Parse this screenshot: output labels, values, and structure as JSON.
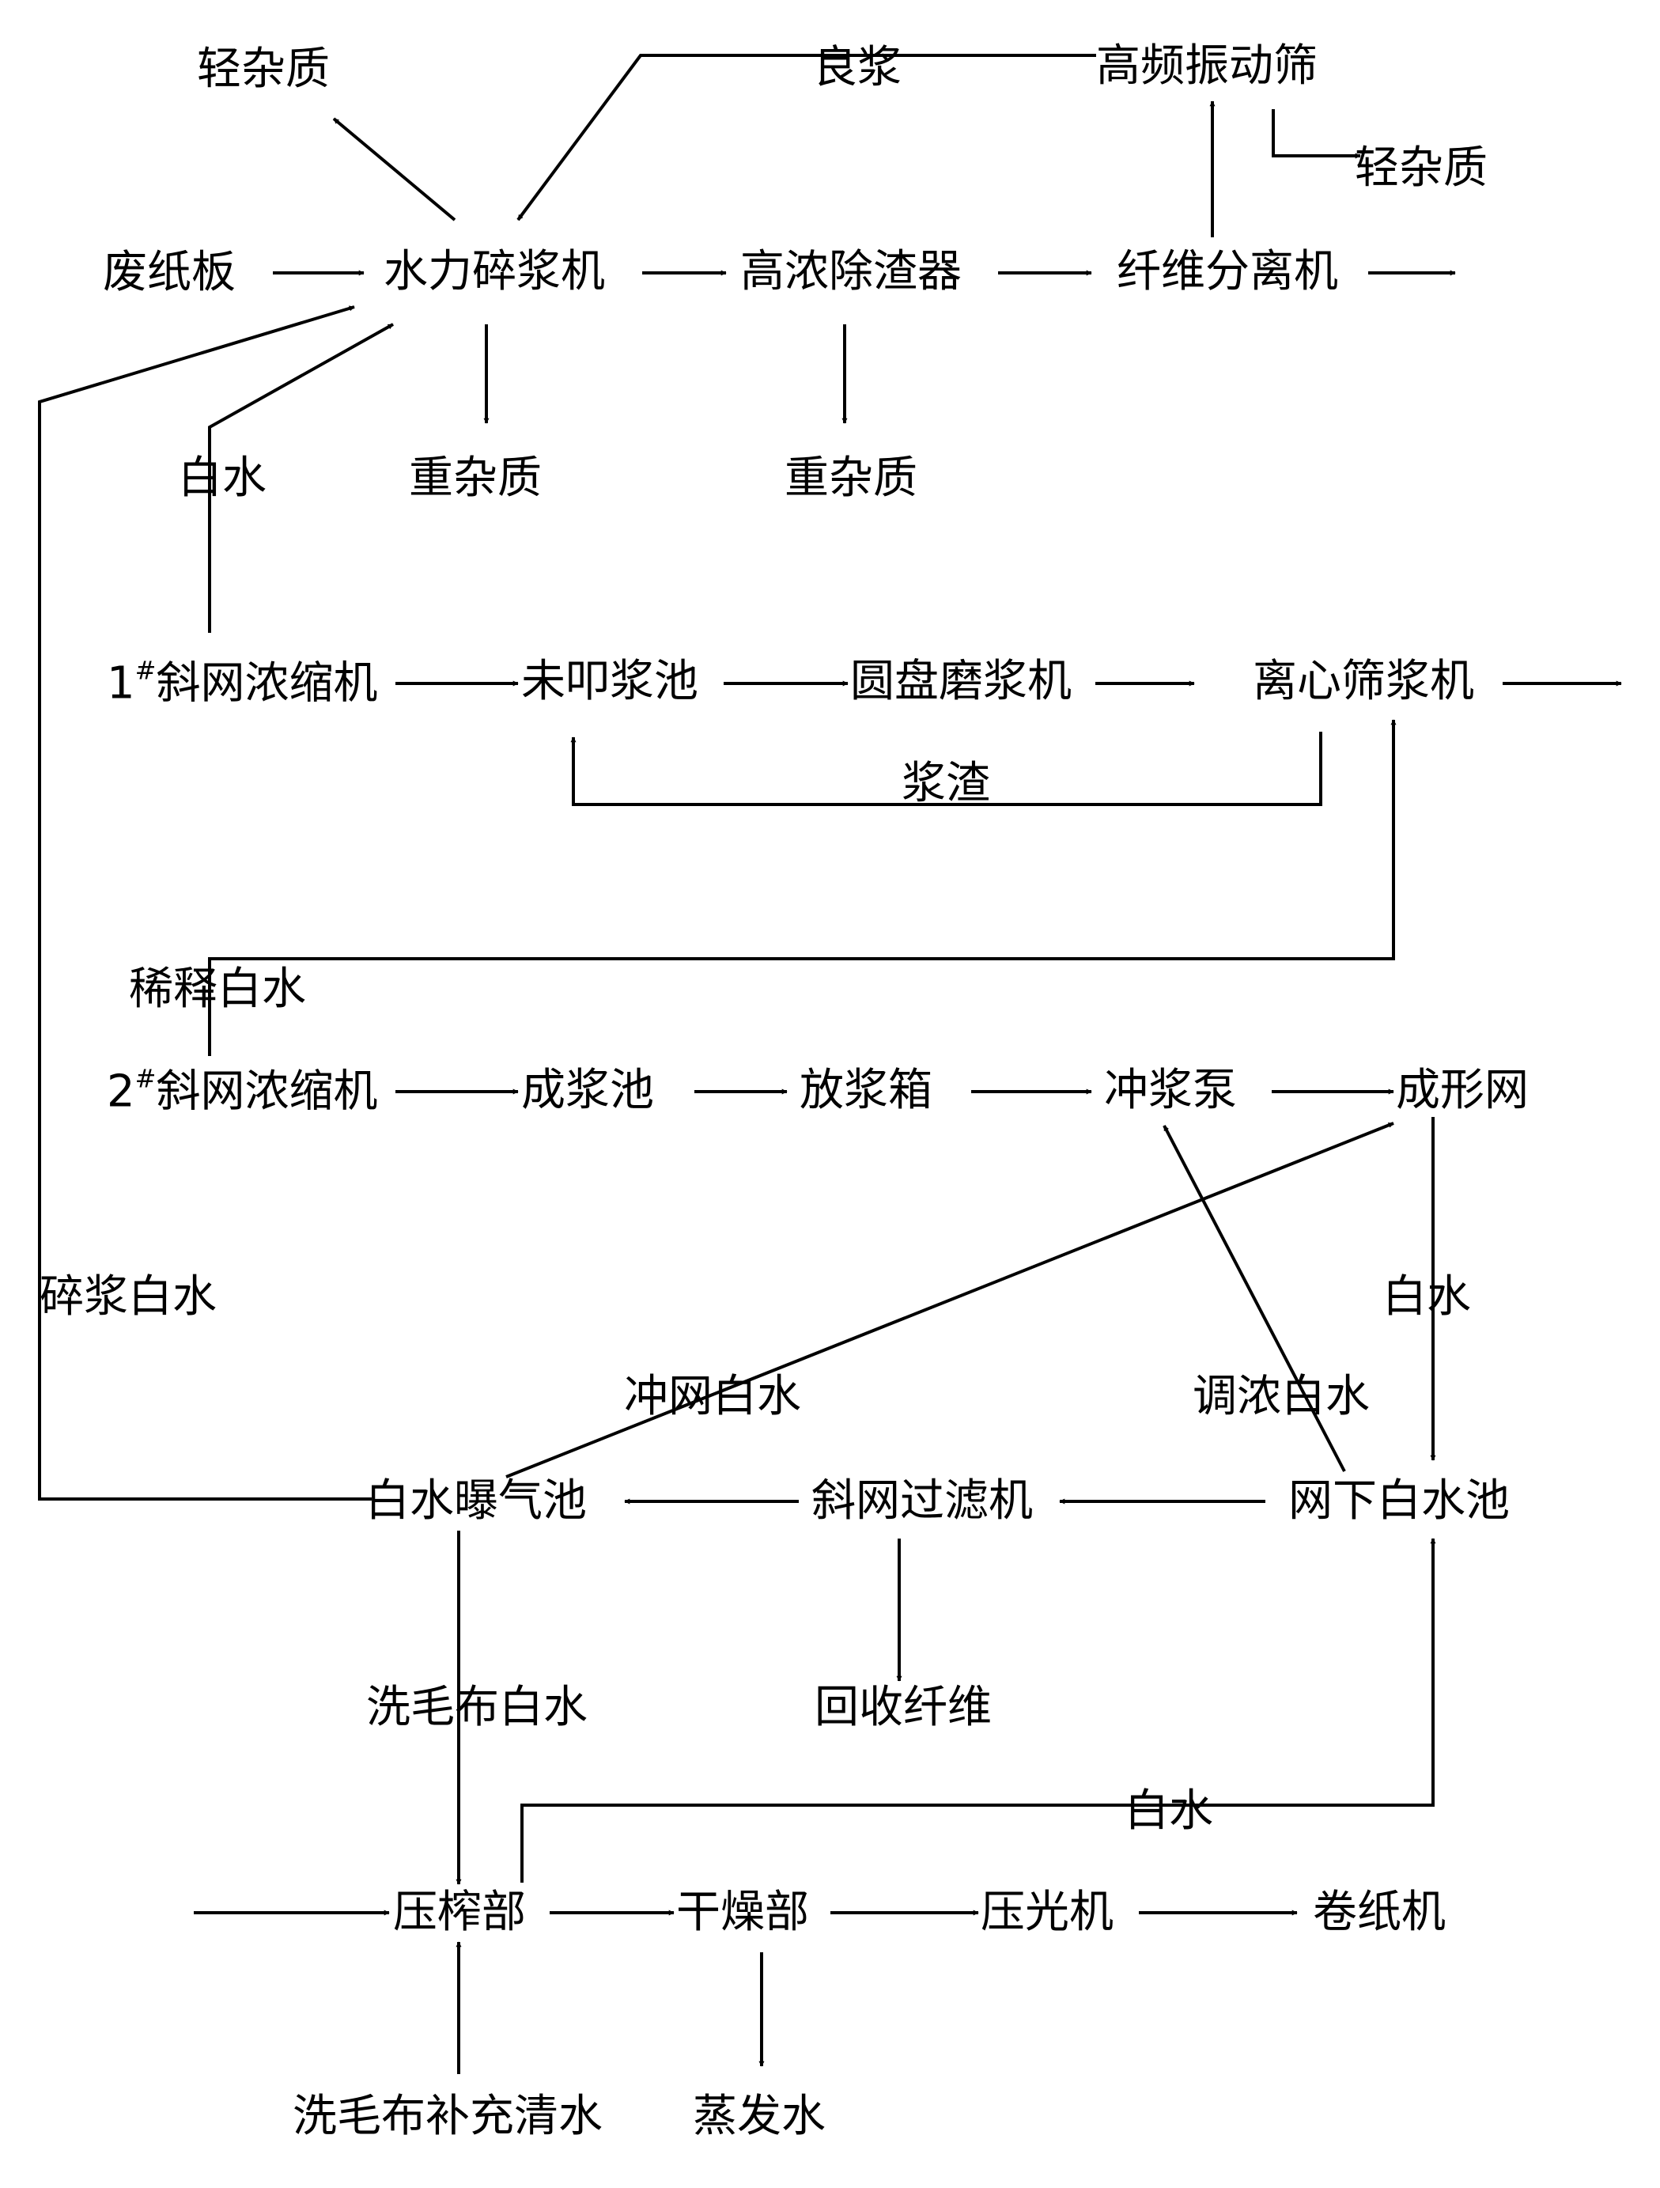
{
  "nodes": {
    "light_impurity_1": "轻杂质",
    "good_pulp": "良浆",
    "hf_vibrating_screen": "高频振动筛",
    "light_impurity_2": "轻杂质",
    "waste_board": "废纸板",
    "hydrapulper": "水力碎浆机",
    "hd_cleaner": "高浓除渣器",
    "fiber_separator": "纤维分离机",
    "white_water_1": "白水",
    "heavy_impurity_1": "重杂质",
    "heavy_impurity_2": "重杂质",
    "thickener1_num": "1",
    "thickener1_sup": "#",
    "thickener1": "斜网浓缩机",
    "unbeaten_chest": "未叩浆池",
    "disc_refiner": "圆盘磨浆机",
    "centrifugal_screen": "离心筛浆机",
    "rejects": "浆渣",
    "dilution_white_water": "稀释白水",
    "thickener2_num": "2",
    "thickener2_sup": "#",
    "thickener2": "斜网浓缩机",
    "stock_chest": "成浆池",
    "discharge_box": "放浆箱",
    "fan_pump": "冲浆泵",
    "forming_wire": "成形网",
    "pulping_white_water": "碎浆白水",
    "white_water_2": "白水",
    "wire_shower_white_water": "冲网白水",
    "consistency_white_water": "调浓白水",
    "ww_aeration_tank": "白水曝气池",
    "inclined_filter": "斜网过滤机",
    "underwire_ww_tank": "网下白水池",
    "felt_wash_white_water": "洗毛布白水",
    "recovered_fiber": "回收纤维",
    "white_water_3": "白水",
    "press_section": "压榨部",
    "dryer_section": "干燥部",
    "calender": "压光机",
    "reel": "卷纸机",
    "felt_wash_fresh_water": "洗毛布补充清水",
    "evaporated_water": "蒸发水"
  }
}
